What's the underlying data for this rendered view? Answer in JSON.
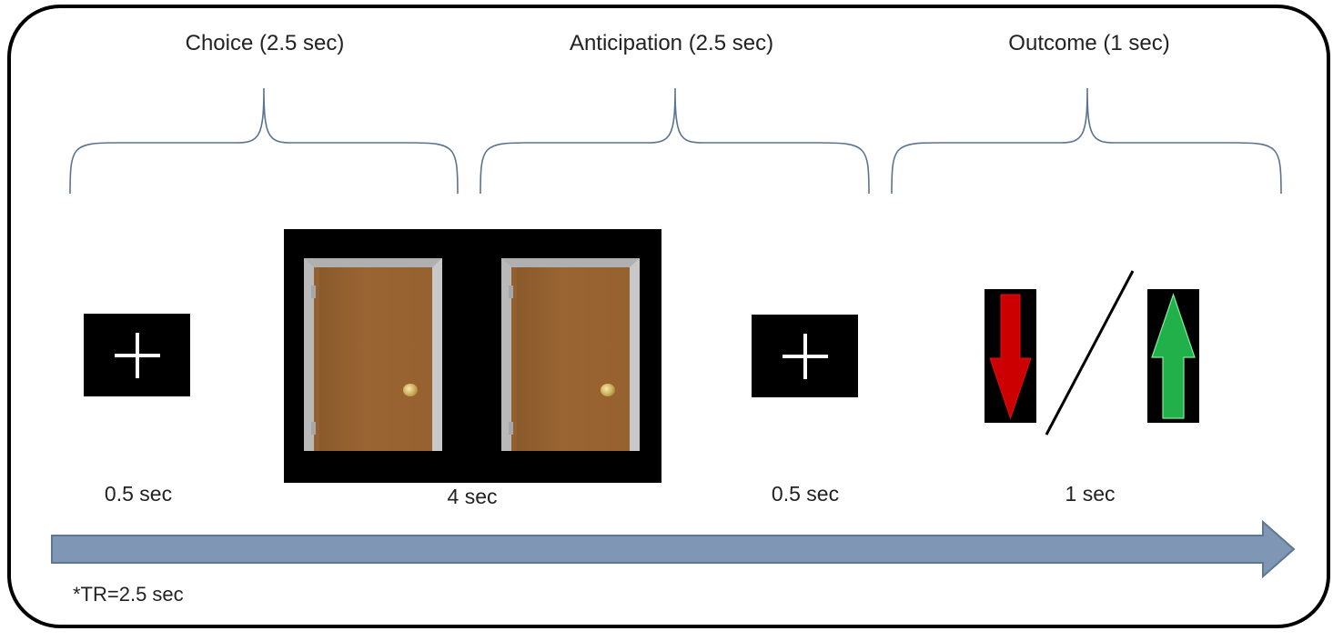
{
  "phases": [
    {
      "label": "Choice (2.5 sec)"
    },
    {
      "label": "Anticipation (2.5 sec)"
    },
    {
      "label": "Outcome (1 sec)"
    }
  ],
  "durations": [
    {
      "label": "0.5 sec"
    },
    {
      "label": "4 sec"
    },
    {
      "label": "0.5 sec"
    },
    {
      "label": "1 sec"
    }
  ],
  "footnote": "*TR=2.5 sec",
  "stimuli": {
    "fixation": "fixation-cross",
    "choice": "two-doors",
    "outcome_loss": "red-down-arrow",
    "outcome_gain": "green-up-arrow"
  },
  "colors": {
    "frame": "#000000",
    "brace": "#5a7391",
    "timeline_arrow": "#7f97b5",
    "timeline_arrow_stroke": "#5e7795",
    "door": "#94602f",
    "loss_arrow": "#cc0000",
    "gain_arrow": "#22b04a"
  }
}
